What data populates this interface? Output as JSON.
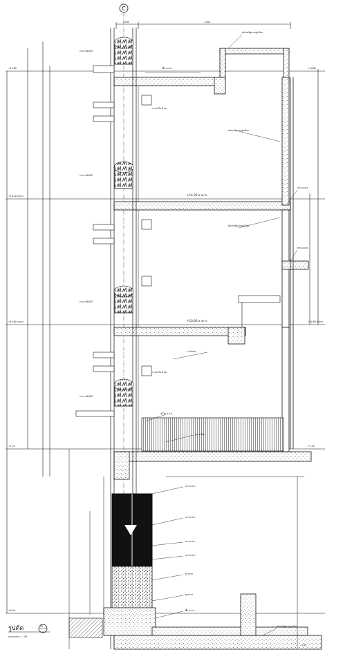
{
  "drawing": {
    "title": "รูปตัด",
    "sheet_number": "S2",
    "scale": "มาตราส่วน  1 : 50",
    "grid_bubble": "C",
    "dim_top_1": "1,000",
    "dim_top_2": "1,500",
    "level_roof": "+14.80",
    "level_3": "+14.20 อาคาร",
    "level_2": "+10.80 อาคาร",
    "level_1": "+7.20",
    "level_ground": "±0.00",
    "level_lower": "-1.20",
    "note_wall": "ผนังก่ออิฐฉาบปูนเรียบ",
    "note_slab": "พื้น ค.ส.ล.",
    "note_planter": "กระถางต้นไม้",
    "note_rail": "ราวกันตก",
    "note_glass": "กระจกใส 6 มม.",
    "note_stair": "บันได ค.ส.ล.",
    "note_tile": "ปูกระเบื้อง",
    "note_column": "เสา ค.ส.ล.",
    "note_footing": "ฐานราก",
    "note_beam": "คาน ค.ส.ล."
  }
}
